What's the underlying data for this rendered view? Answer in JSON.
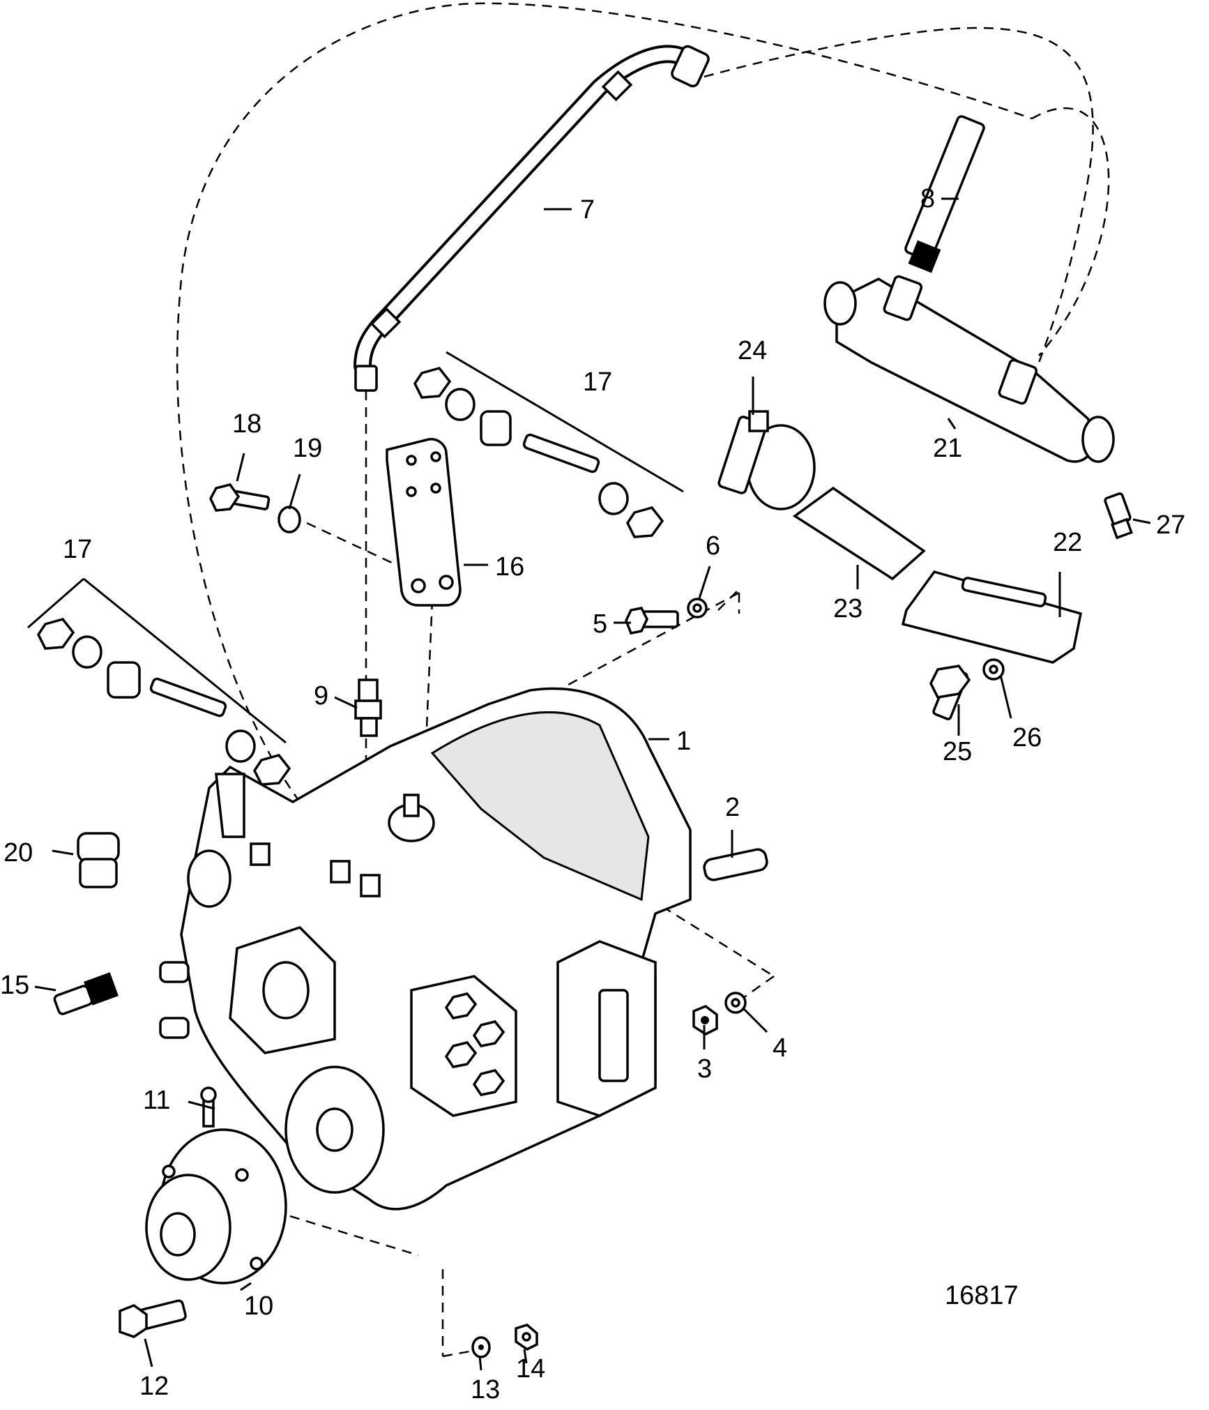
{
  "figure_number": "16817",
  "callouts": {
    "c1": "1",
    "c2": "2",
    "c3": "3",
    "c4": "4",
    "c5": "5",
    "c6": "6",
    "c7": "7",
    "c8": "8",
    "c9": "9",
    "c10": "10",
    "c11": "11",
    "c12": "12",
    "c13": "13",
    "c14": "14",
    "c15": "15",
    "c16": "16",
    "c17a": "17",
    "c17b": "17",
    "c18": "18",
    "c19": "19",
    "c20": "20",
    "c21": "21",
    "c22": "22",
    "c23": "23",
    "c24": "24",
    "c25": "25",
    "c26": "26",
    "c27": "27"
  }
}
